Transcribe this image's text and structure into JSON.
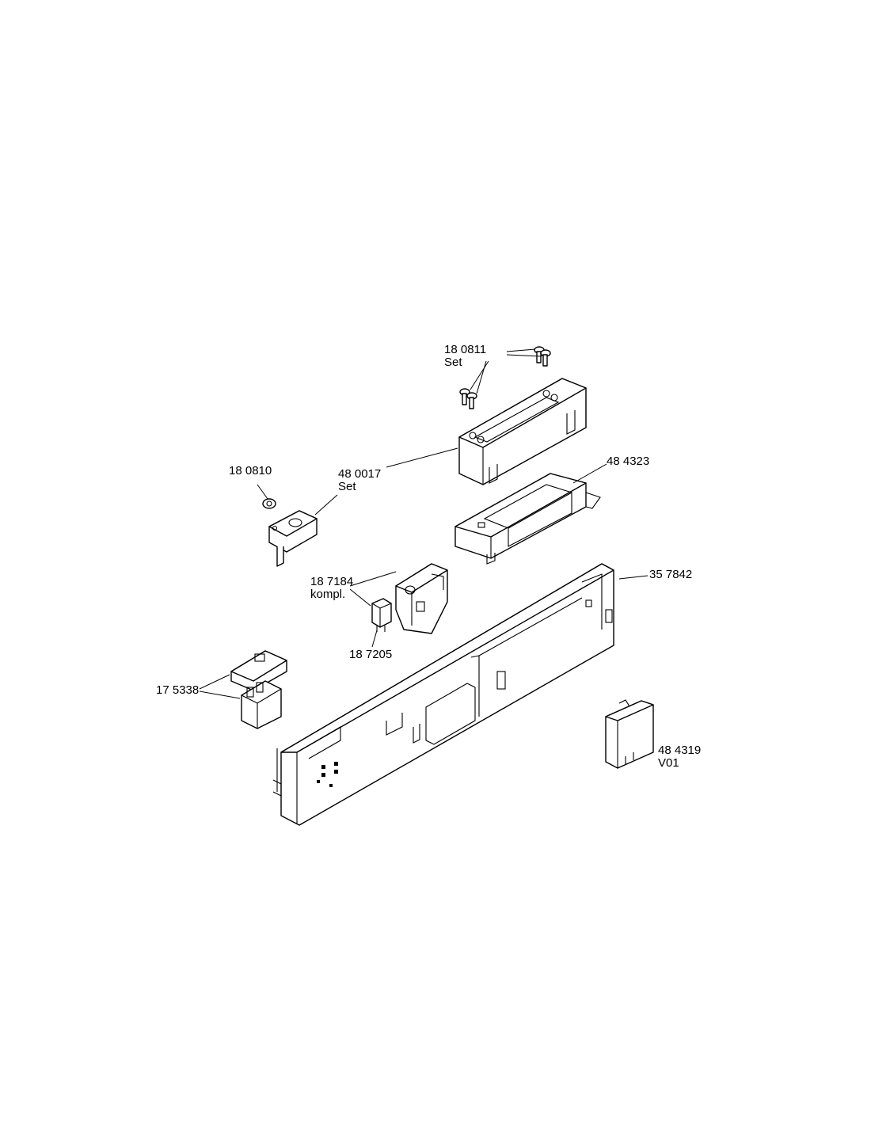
{
  "labels": {
    "p180811": {
      "number": "18 0811",
      "note": "Set"
    },
    "p180810": {
      "number": "18 0810"
    },
    "p480017": {
      "number": "48 0017",
      "note": "Set"
    },
    "p484323": {
      "number": "48 4323"
    },
    "p187184": {
      "number": "18 7184",
      "note": "kompl."
    },
    "p357842": {
      "number": "35 7842"
    },
    "p187205": {
      "number": "18 7205"
    },
    "p175338": {
      "number": "17 5338"
    },
    "p484319": {
      "number": "48 4319",
      "note": "V01"
    }
  }
}
